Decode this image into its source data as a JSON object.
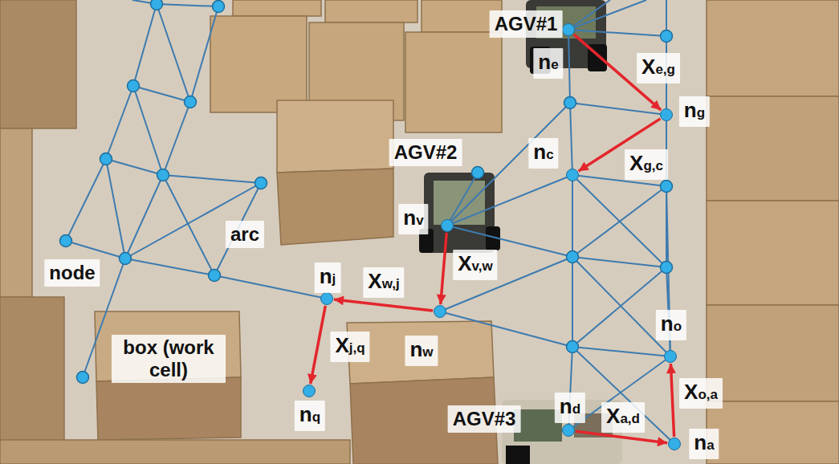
{
  "diagram": {
    "nodes": [
      {
        "text": [
          "ne"
        ]
      },
      {
        "text": [
          "ng"
        ]
      },
      {
        "text": [
          "nc"
        ]
      },
      {
        "text": [
          "nv"
        ]
      },
      {
        "text": [
          "nj"
        ]
      },
      {
        "text": [
          "no"
        ]
      },
      {
        "text": [
          "nw"
        ]
      },
      {
        "text": [
          "nq"
        ]
      },
      {
        "text": [
          "nd"
        ]
      },
      {
        "text": [
          "na"
        ]
      }
    ],
    "edges": [
      {
        "from": 0,
        "to": 1,
        "label": "Xe,g",
        "arrow": "to"
      },
      {
        "from": 1,
        "to": 2,
        "label": "Xg,c",
        "arrow": "to"
      },
      {
        "from": 3,
        "to": 6,
        "label": "Xv,w",
        "arrow": "to"
      },
      {
        "from": 6,
        "to": 4,
        "label": "Xw,j",
        "arrow": "to"
      },
      {
        "from": 4,
        "to": 7,
        "label": "Xj,q",
        "arrow": "to"
      },
      {
        "from": 8,
        "to": 9,
        "label": "Xa,d",
        "arrow": "to"
      },
      {
        "from": 9,
        "to": 5,
        "label": "Xo,a",
        "arrow": "to"
      }
    ],
    "labels": [
      "AGV#1",
      "AGV#2",
      "arc",
      "node",
      "box (work cell)",
      "AGV#3"
    ]
  }
}
